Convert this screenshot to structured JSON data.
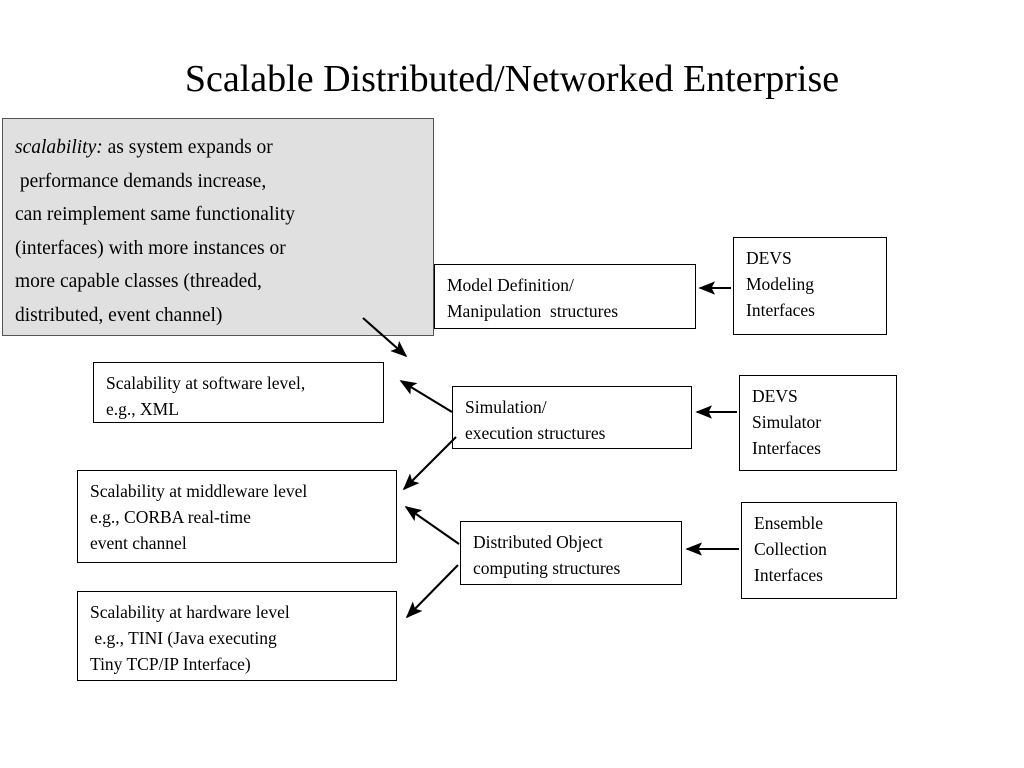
{
  "slide": {
    "title": "Scalable Distributed/Networked Enterprise",
    "background": "#ffffff",
    "callout_background": "#e0e0e0",
    "line_color": "#000000"
  },
  "callout": {
    "term": "scalability:",
    "lines": [
      " as system expands or",
      " performance demands increase,",
      "can reimplement same functionality",
      "(interfaces) with more instances or",
      "more capable classes (threaded,",
      "distributed, event channel)"
    ]
  },
  "center_boxes": [
    {
      "id": "model-definition",
      "lines": [
        "Model Definition/",
        "Manipulation  structures"
      ]
    },
    {
      "id": "simulation",
      "lines": [
        "Simulation/",
        "execution structures"
      ]
    },
    {
      "id": "distributed-object",
      "lines": [
        "Distributed Object",
        "computing structures"
      ]
    }
  ],
  "interface_boxes": [
    {
      "id": "devs-modeling",
      "lines": [
        "DEVS",
        "Modeling",
        "Interfaces"
      ]
    },
    {
      "id": "devs-simulator",
      "lines": [
        "DEVS",
        "Simulator",
        "Interfaces"
      ]
    },
    {
      "id": "ensemble-collection",
      "lines": [
        "Ensemble",
        "Collection",
        "Interfaces"
      ]
    }
  ],
  "scalability_boxes": [
    {
      "id": "software-level",
      "lines": [
        "Scalability at software level,",
        "e.g., XML"
      ]
    },
    {
      "id": "middleware-level",
      "lines": [
        "Scalability at middleware level",
        "e.g., CORBA real-time",
        "event channel"
      ]
    },
    {
      "id": "hardware-level",
      "lines": [
        "Scalability at hardware level",
        " e.g., TINI (Java executing",
        "Tiny TCP/IP Interface)"
      ]
    }
  ],
  "connections": [
    {
      "from": "callout",
      "to": "software-level",
      "kind": "diagonal-arrow"
    },
    {
      "from": "simulation",
      "to": "software-level",
      "kind": "diagonal-arrow"
    },
    {
      "from": "simulation",
      "to": "middleware-level",
      "kind": "diagonal-arrow"
    },
    {
      "from": "distributed-object",
      "to": "middleware-level",
      "kind": "diagonal-arrow"
    },
    {
      "from": "distributed-object",
      "to": "hardware-level",
      "kind": "diagonal-arrow"
    },
    {
      "from": "devs-modeling",
      "to": "model-definition",
      "kind": "horizontal-arrow"
    },
    {
      "from": "devs-simulator",
      "to": "simulation",
      "kind": "horizontal-arrow"
    },
    {
      "from": "ensemble-collection",
      "to": "distributed-object",
      "kind": "horizontal-arrow"
    }
  ]
}
